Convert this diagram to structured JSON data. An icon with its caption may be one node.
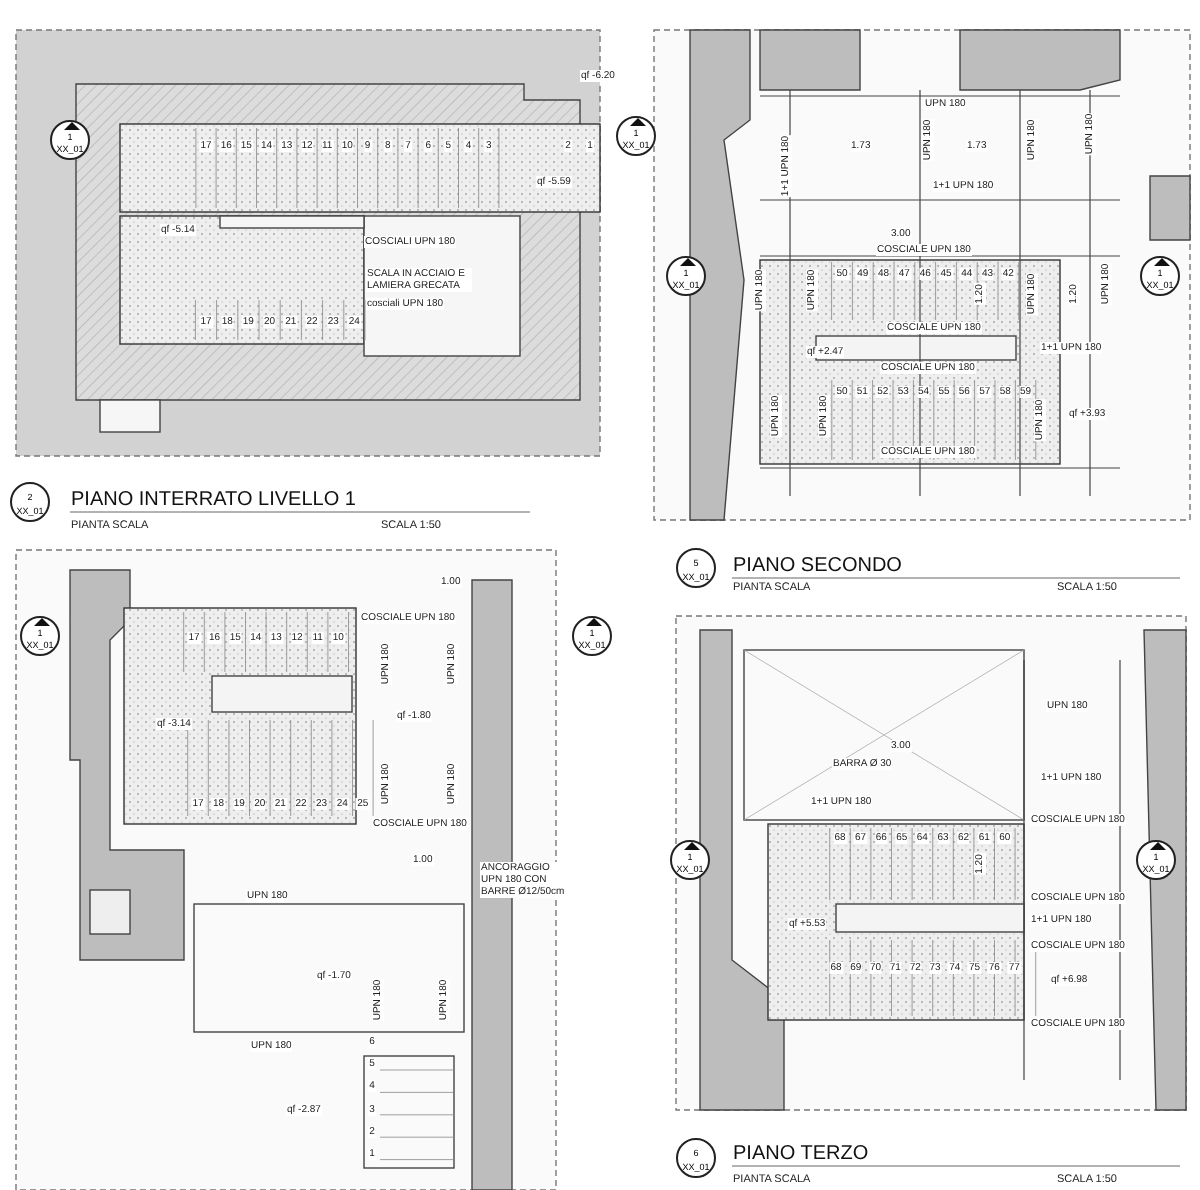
{
  "diagram": {
    "nodes": [
      {
        "text": [
          "1",
          "XX_01"
        ]
      },
      {
        "text": [
          "1",
          "XX_01"
        ]
      },
      {
        "text": [
          "1",
          "XX_01"
        ]
      },
      {
        "text": [
          "1",
          "XX_01"
        ]
      },
      {
        "text": [
          "2",
          "XX_01"
        ]
      },
      {
        "text": [
          "5",
          "XX_01"
        ]
      },
      {
        "text": [
          "1",
          "XX_01"
        ]
      },
      {
        "text": [
          "1",
          "XX_01"
        ]
      },
      {
        "text": [
          "1",
          "XX_01"
        ]
      },
      {
        "text": [
          "1",
          "XX_01"
        ]
      },
      {
        "text": [
          "6",
          "XX_01"
        ]
      }
    ],
    "edges": [],
    "labels": [
      "qf -6.20",
      "17",
      "16",
      "15",
      "14",
      "13",
      "12",
      "11",
      "10",
      "9",
      "8",
      "7",
      "6",
      "5",
      "4",
      "3",
      "2",
      "1",
      "qf -5.59",
      "qf -5.14",
      "COSCIALI UPN 180",
      "SCALA IN ACCIAIO E LAMIERA GRECATA",
      "cosciali UPN 180",
      "17",
      "18",
      "19",
      "20",
      "21",
      "22",
      "23",
      "24",
      "PIANO INTERRATO LIVELLO 1",
      "PIANTA SCALA",
      "SCALA 1:50",
      "UPN 180",
      "1.73",
      "1.73",
      "1+1 UPN 180",
      "UPN 180",
      "UPN 180",
      "UPN 180",
      "1+1 UPN 180",
      "3.00",
      "COSCIALE UPN 180",
      "50",
      "49",
      "48",
      "47",
      "46",
      "45",
      "44",
      "43",
      "42",
      "UPN 180",
      "UPN 180",
      "1.20",
      "UPN 180",
      "1.20",
      "UPN 180",
      "COSCIALE UPN 180",
      "1+1 UPN 180",
      "qf +2.47",
      "COSCIALE UPN 180",
      "50",
      "51",
      "52",
      "53",
      "54",
      "55",
      "56",
      "57",
      "58",
      "59",
      "UPN 180",
      "UPN 180",
      "UPN 180",
      "qf +3.93",
      "COSCIALE UPN 180",
      "PIANO SECONDO",
      "PIANTA SCALA",
      "SCALA 1:50",
      "1.00",
      "COSCIALE UPN 180",
      "17",
      "16",
      "15",
      "14",
      "13",
      "12",
      "11",
      "10",
      "UPN 180",
      "UPN 180",
      "qf -3.14",
      "qf -1.80",
      "UPN 180",
      "UPN 180",
      "17",
      "18",
      "19",
      "20",
      "21",
      "22",
      "23",
      "24",
      "25",
      "COSCIALE UPN 180",
      "1.00",
      "ANCORAGGIO UPN 180 CON BARRE Ø12/50cm",
      "UPN 180",
      "qf -1.70",
      "UPN 180",
      "UPN 180",
      "UPN 180",
      "6",
      "5",
      "4",
      "3",
      "2",
      "1",
      "qf -2.87",
      "UPN 180",
      "3.00",
      "BARRA Ø 30",
      "1+1 UPN 180",
      "1+1 UPN 180",
      "COSCIALE UPN 180",
      "68",
      "67",
      "66",
      "65",
      "64",
      "63",
      "62",
      "61",
      "60",
      "1.20",
      "COSCIALE UPN 180",
      "1+1 UPN 180",
      "qf +5.53",
      "COSCIALE UPN 180",
      "68",
      "69",
      "70",
      "71",
      "72",
      "73",
      "74",
      "75",
      "76",
      "77",
      "qf +6.98",
      "COSCIALE UPN 180",
      "PIANO TERZO",
      "PIANTA SCALA",
      "SCALA 1:50"
    ]
  }
}
